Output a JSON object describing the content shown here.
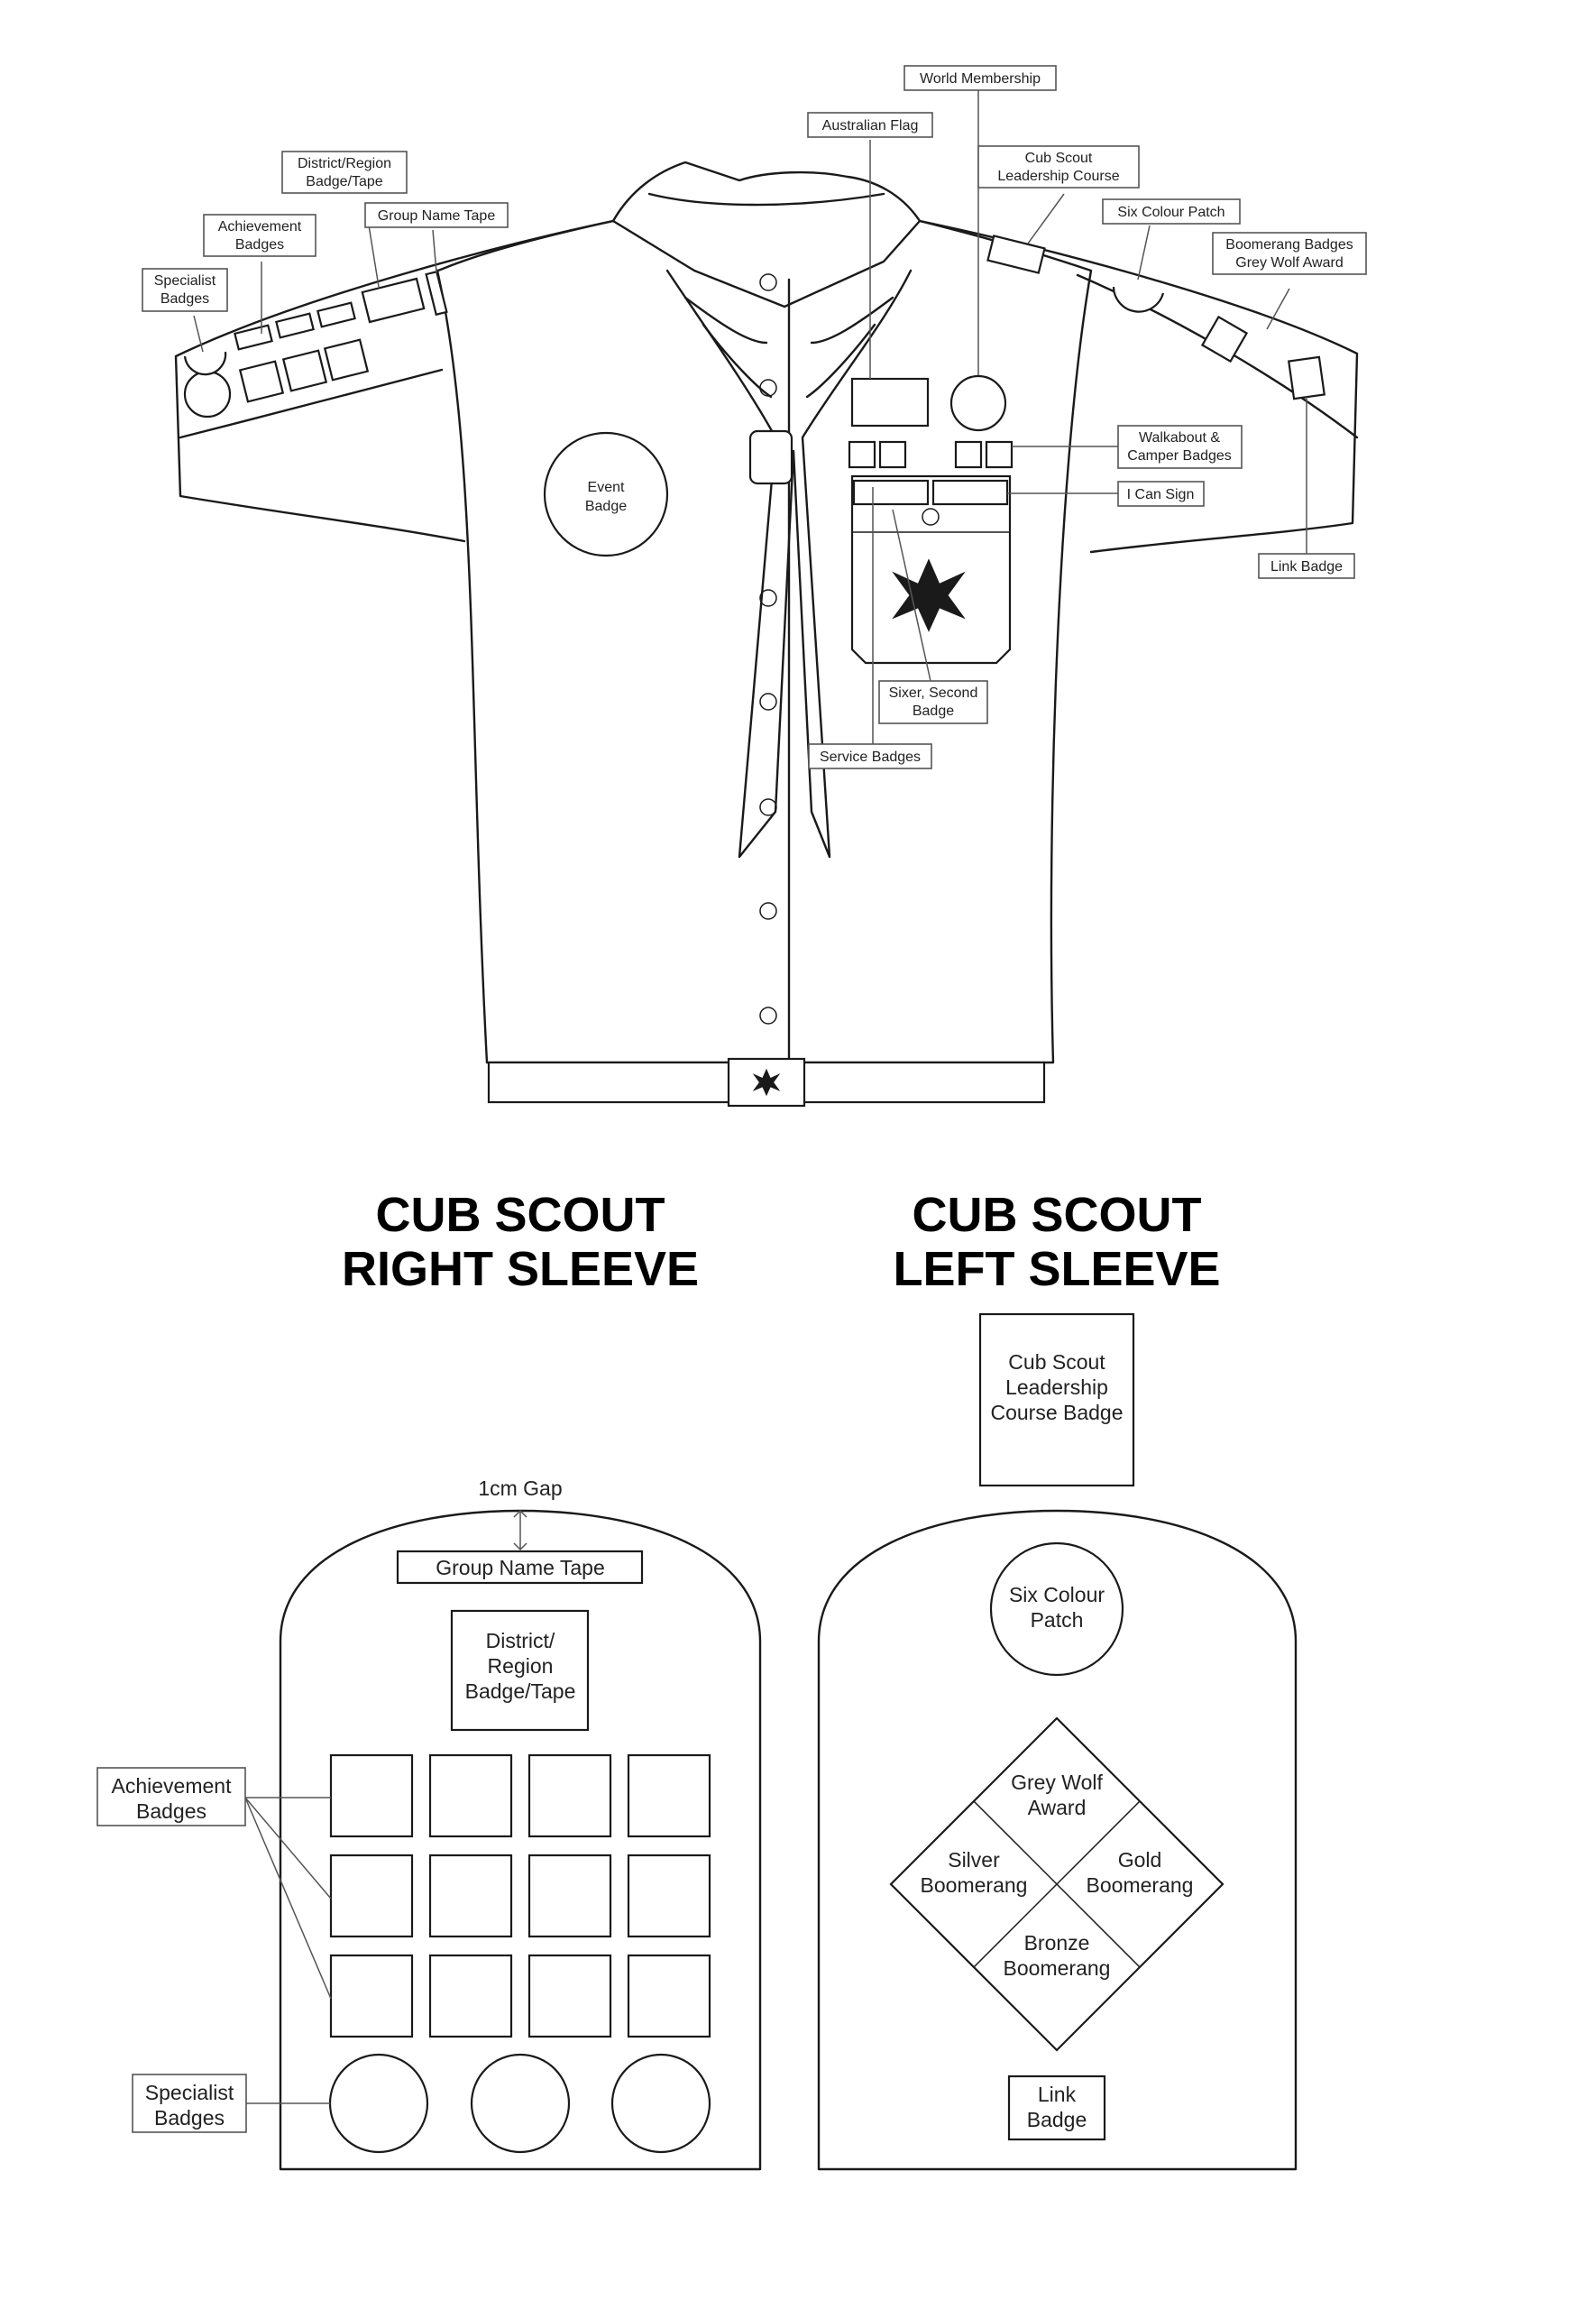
{
  "shirt_labels": {
    "world_membership": "World Membership",
    "australian_flag": "Australian Flag",
    "cub_scout_leadership_course": [
      "Cub Scout",
      "Leadership Course"
    ],
    "district_region": [
      "District/Region",
      "Badge/Tape"
    ],
    "group_name_tape": "Group Name Tape",
    "six_colour_patch": "Six Colour Patch",
    "achievement_badges": [
      "Achievement",
      "Badges"
    ],
    "boomerang_badges": [
      "Boomerang Badges",
      "Grey Wolf Award"
    ],
    "specialist_badges": [
      "Specialist",
      "Badges"
    ],
    "event_badge": [
      "Event",
      "Badge"
    ],
    "walkabout_camper": [
      "Walkabout &",
      "Camper Badges"
    ],
    "i_can_sign": "I Can Sign",
    "link_badge": "Link Badge",
    "sixer_second": [
      "Sixer, Second",
      "Badge"
    ],
    "service_badges": "Service Badges"
  },
  "right_sleeve": {
    "title": [
      "CUB SCOUT",
      "RIGHT SLEEVE"
    ],
    "gap_label": "1cm Gap",
    "group_name_tape": "Group Name Tape",
    "district_region": [
      "District/",
      "Region",
      "Badge/Tape"
    ],
    "achievement_badges": [
      "Achievement",
      "Badges"
    ],
    "specialist_badges": [
      "Specialist",
      "Badges"
    ]
  },
  "left_sleeve": {
    "title": [
      "CUB SCOUT",
      "LEFT SLEEVE"
    ],
    "leadership_course_badge": [
      "Cub Scout",
      "Leadership",
      "Course Badge"
    ],
    "six_colour_patch": [
      "Six Colour",
      "Patch"
    ],
    "grey_wolf_award": [
      "Grey Wolf",
      "Award"
    ],
    "silver_boomerang": [
      "Silver",
      "Boomerang"
    ],
    "gold_boomerang": [
      "Gold",
      "Boomerang"
    ],
    "bronze_boomerang": [
      "Bronze",
      "Boomerang"
    ],
    "link_badge": [
      "Link",
      "Badge"
    ]
  },
  "colors": {
    "line": "#1a1a1a",
    "label_border": "#555555",
    "background": "#ffffff"
  }
}
